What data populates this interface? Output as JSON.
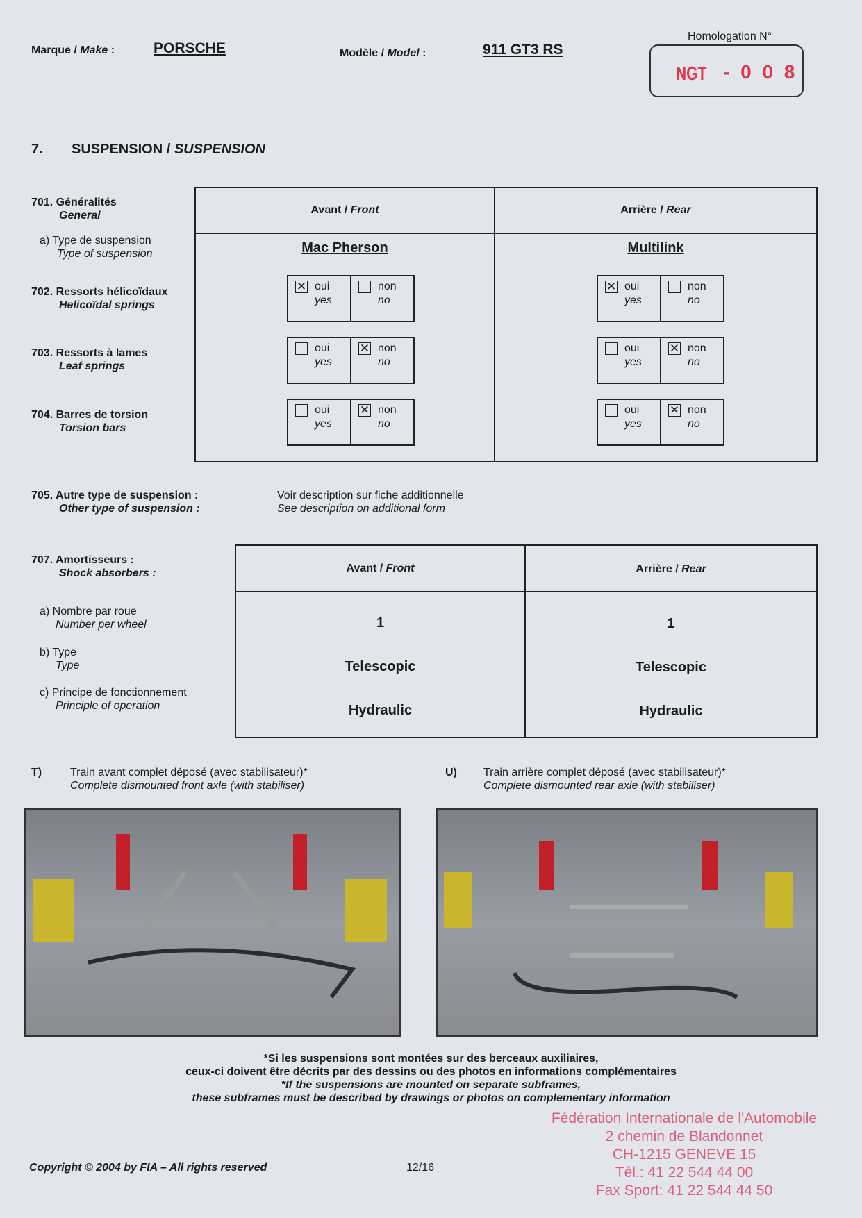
{
  "header": {
    "make_label": "Marque / ",
    "make_label_en": "Make",
    "make_value": "PORSCHE",
    "model_label": "Modèle / ",
    "model_label_en": "Model",
    "model_value": "911 GT3 RS",
    "homologation_label": "Homologation N°",
    "homologation_prefix": "NGT",
    "homologation_number": "- 0 0 8"
  },
  "section": {
    "number": "7.",
    "title": "SUSPENSION / ",
    "title_en": "SUSPENSION"
  },
  "general": {
    "num": "701.",
    "label": "Généralités",
    "label_en": "General",
    "col_front": "Avant / ",
    "col_front_en": "Front",
    "col_rear": "Arrière / ",
    "col_rear_en": "Rear",
    "type_label": "a)  Type de suspension",
    "type_label_en": "Type of suspension",
    "front_type": "Mac Pherson",
    "rear_type": "Multilink",
    "rows": [
      {
        "num": "702.",
        "label": "Ressorts hélicoïdaux",
        "label_en": "Helicoïdal springs",
        "front": "oui",
        "rear": "oui"
      },
      {
        "num": "703.",
        "label": "Ressorts à lames",
        "label_en": "Leaf springs",
        "front": "non",
        "rear": "non"
      },
      {
        "num": "704.",
        "label": "Barres de torsion",
        "label_en": "Torsion bars",
        "front": "non",
        "rear": "non"
      }
    ],
    "yes_fr": "oui",
    "yes_en": "yes",
    "no_fr": "non",
    "no_en": "no"
  },
  "other": {
    "num": "705.",
    "label": "Autre type de suspension :",
    "label_en": "Other type of suspension :",
    "value": "Voir description sur fiche additionnelle",
    "value_en": "See description on additional form"
  },
  "shocks": {
    "num": "707.",
    "label": "Amortisseurs :",
    "label_en": "Shock absorbers :",
    "col_front": "Avant / ",
    "col_front_en": "Front",
    "col_rear": "Arrière / ",
    "col_rear_en": "Rear",
    "rows": [
      {
        "label": "a)  Nombre par roue",
        "label_en": "Number per wheel",
        "front": "1",
        "rear": "1"
      },
      {
        "label": "b)  Type",
        "label_en": "Type",
        "front": "Telescopic",
        "rear": "Telescopic"
      },
      {
        "label": "c)  Principe de fonctionnement",
        "label_en": "Principle of operation",
        "front": "Hydraulic",
        "rear": "Hydraulic"
      }
    ]
  },
  "photos": {
    "t_letter": "T)",
    "t_caption": "Train avant complet déposé (avec stabilisateur)*",
    "t_caption_en": "Complete dismounted front axle (with stabiliser)",
    "u_letter": "U)",
    "u_caption": "Train arrière complet déposé (avec stabilisateur)*",
    "u_caption_en": "Complete dismounted rear axle (with stabiliser)"
  },
  "footnote": {
    "line1": "*Si les suspensions sont montées sur des berceaux auxiliaires,",
    "line2": "ceux-ci doivent être décrits par des dessins ou des photos en informations complémentaires",
    "line3": "*If the suspensions are mounted on separate subframes,",
    "line4": "these subframes must be described by drawings or photos on complementary information"
  },
  "footer": {
    "copyright": "Copyright © 2004 by FIA – All rights reserved",
    "page": "12/16"
  },
  "stamp": {
    "line1": "Fédération Internationale de l'Automobile",
    "line2": "2 chemin de Blandonnet",
    "line3": "CH-1215 GENEVE 15",
    "line4": "Tél.: 41 22 544 44 00",
    "line5": "Fax Sport: 41 22 544 44 50"
  }
}
